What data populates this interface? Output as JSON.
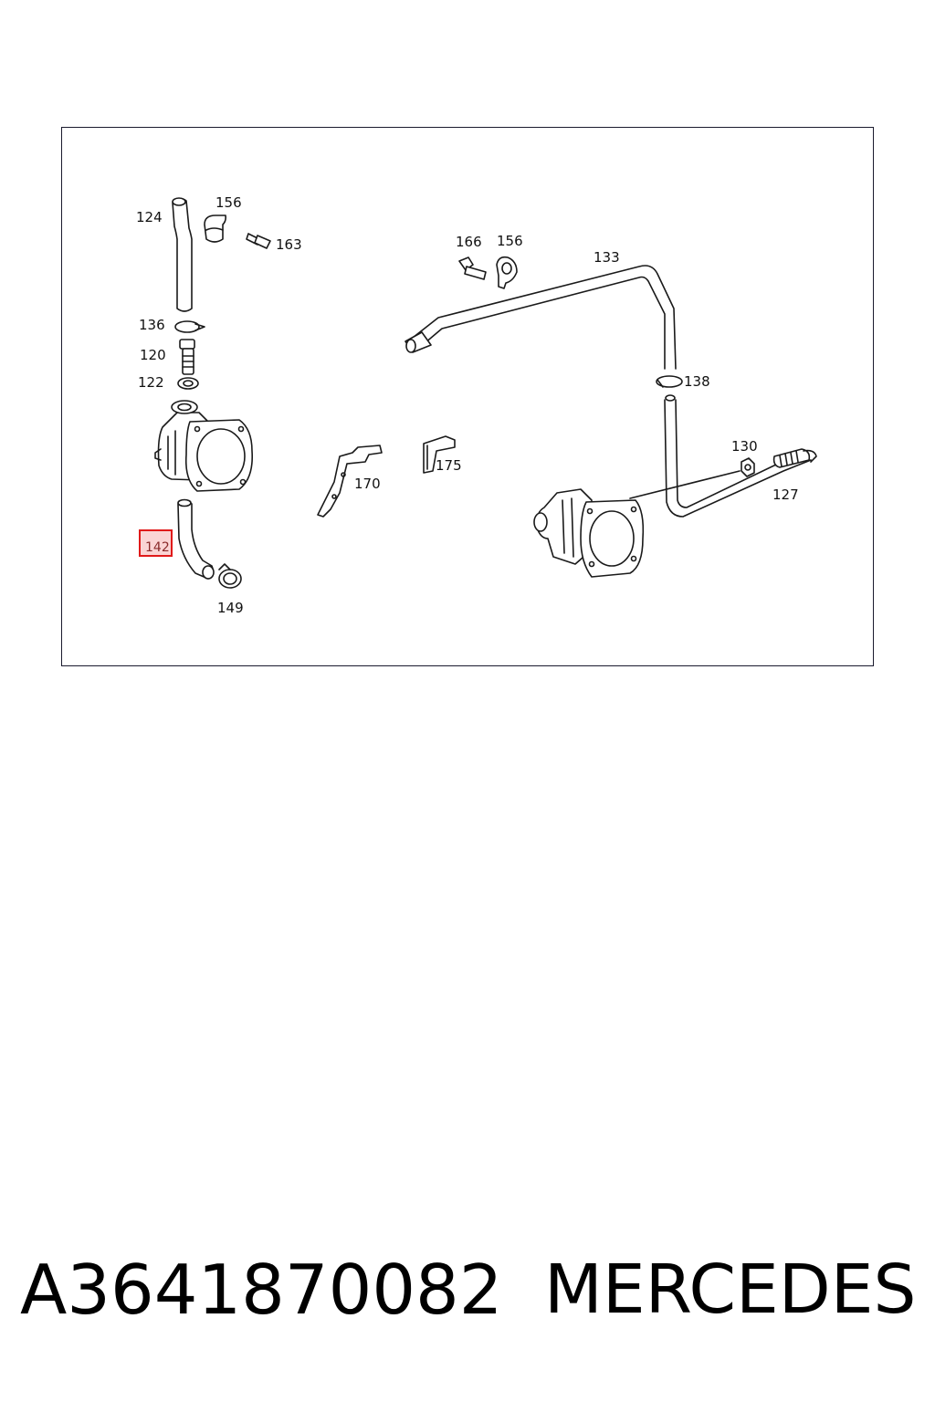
{
  "diagram": {
    "highlighted_part": "142",
    "labels": {
      "p124": "124",
      "p156a": "156",
      "p163": "163",
      "p136": "136",
      "p120": "120",
      "p122": "122",
      "p142": "142",
      "p149": "149",
      "p170": "170",
      "p175": "175",
      "p166": "166",
      "p156b": "156",
      "p133": "133",
      "p138": "138",
      "p130": "130",
      "p127": "127"
    }
  },
  "caption": {
    "part_number": "A3641870082",
    "brand": "MERCEDES"
  }
}
